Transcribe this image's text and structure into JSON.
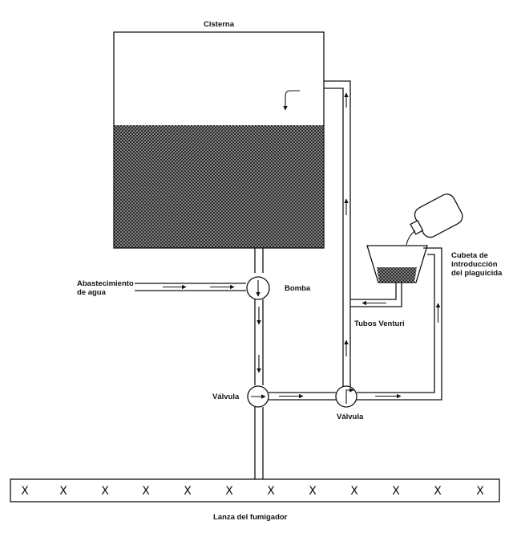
{
  "labels": {
    "tank": "Cisterna",
    "water_supply_line1": "Abastecimiento",
    "water_supply_line2": "de agua",
    "pump": "Bomba",
    "valve_left": "Válvula",
    "valve_right": "Válvula",
    "venturi": "Tubos Venturi",
    "hopper_line1": "Cubeta de",
    "hopper_line2": "introducción",
    "hopper_line3": "del plaguicida",
    "lance": "Lanza del fumigador"
  },
  "nozzles": [
    "X",
    "X",
    "X",
    "X",
    "X",
    "X",
    "X",
    "X",
    "X",
    "X",
    "X",
    "X"
  ],
  "colors": {
    "ink": "#111111",
    "paper": "#ffffff"
  }
}
